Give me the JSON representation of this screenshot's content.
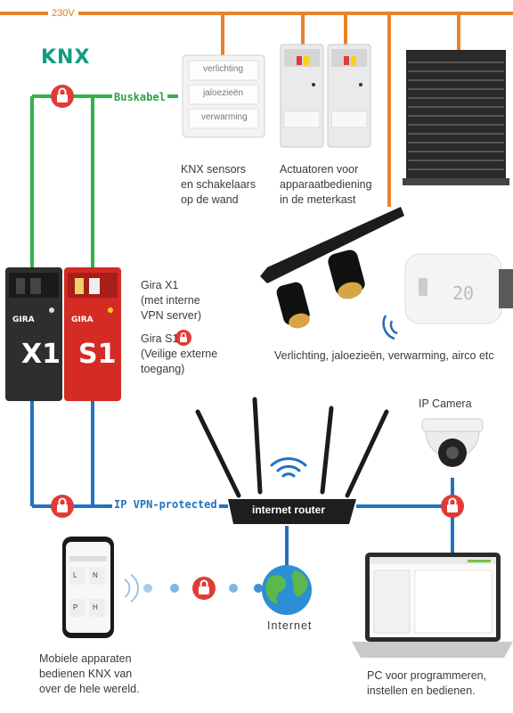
{
  "power": {
    "label": "230V"
  },
  "bus": {
    "label": "Buskabel"
  },
  "network": {
    "label": "IP VPN-protected"
  },
  "logo": {
    "text": "KNX"
  },
  "wall_switch": {
    "labels": [
      "verlichting",
      "jaloezieën",
      "verwarming"
    ]
  },
  "captions": {
    "sensors": "KNX sensors\nen schakelaars\nop de wand",
    "actuators": "Actuatoren voor\napparaatbediening\nin de meterkast",
    "gira_x1": "Gira X1\n(met interne\nVPN server)",
    "gira_s1_line1": "Gira S1",
    "gira_s1_rest": "(Veilige externe\ntoegang)",
    "devices": "Verlichting, jaloezieën, verwarming, airco etc",
    "ip_camera": "IP Camera",
    "router": "internet router",
    "internet": "Internet",
    "mobile": "Mobiele apparaten\nbedienen KNX van\nover de hele wereld.",
    "pc": "PC voor programmeren,\ninstellen en bedienen."
  },
  "device_x1": {
    "brand": "GIRA",
    "model": "X1"
  },
  "device_s1": {
    "brand": "GIRA",
    "model": "S1"
  },
  "phone": {
    "keys": [
      "L",
      "N",
      "P",
      "H"
    ]
  },
  "colors": {
    "power": "#e8822a",
    "bus": "#2fb34a",
    "ip": "#1f73c2",
    "lock": "#e23b35"
  }
}
